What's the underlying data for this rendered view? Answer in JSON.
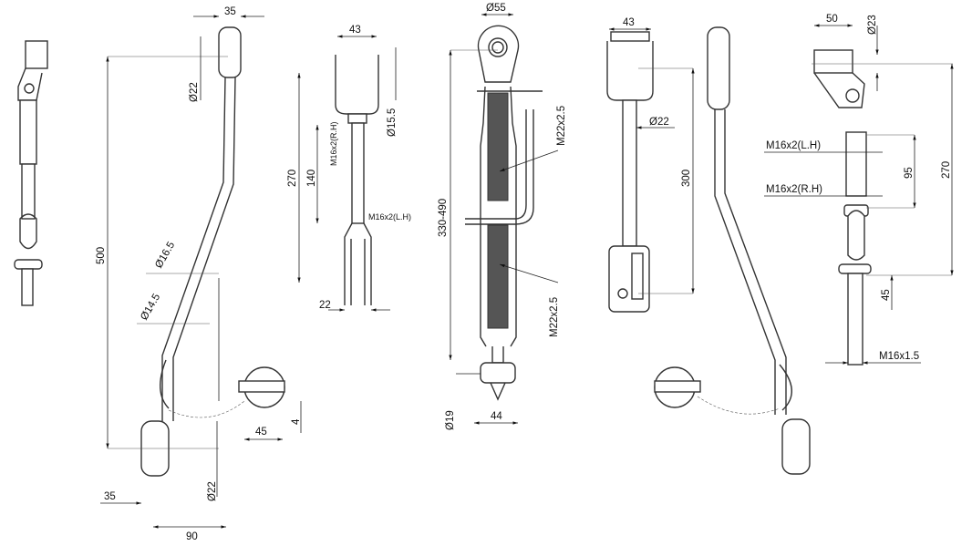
{
  "drawing": {
    "lift_arm_left": {
      "top_width": "35",
      "top_eye_dia": "Ø22",
      "length": "500",
      "dia_a": "Ø16.5",
      "dia_b": "Ø14.5",
      "pin_width": "45",
      "pin_offset": "4",
      "bottom_eye_dia": "Ø22",
      "bottom_width": "35",
      "bottom_offset": "90"
    },
    "turnbuckle_fork": {
      "fork_width": "43",
      "pin_dia": "Ø15.5",
      "thread_rh": "M16x2(R.H)",
      "thread_length": "140",
      "length": "270",
      "thread_lh": "M16x2(L.H)",
      "bottom_fork_width": "22"
    },
    "top_link": {
      "eye_dia": "Ø55",
      "thread_top": "M22x2.5",
      "length_range": "330-490",
      "thread_bottom": "M22x2.5",
      "bottom_dia": "Ø19",
      "bottom_width": "44"
    },
    "stabilizer": {
      "fork_width": "43",
      "rod_dia": "Ø22",
      "length": "300"
    },
    "check_chain": {
      "block_width": "50",
      "block_dia": "Ø23",
      "thread_lh": "M16x2(L.H)",
      "thread_rh": "M16x2(R.H)",
      "thread_span": "95",
      "length": "270",
      "end_length": "45",
      "end_thread": "M16x1.5"
    }
  }
}
